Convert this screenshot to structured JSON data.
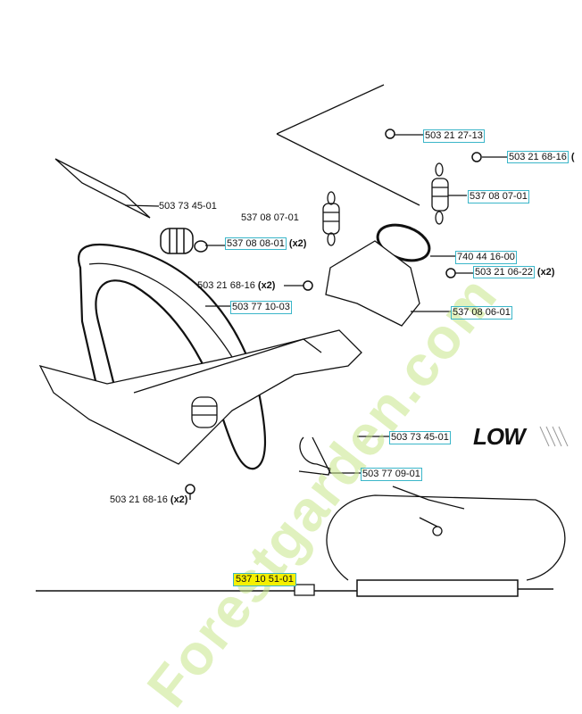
{
  "watermark": "Forestgarden.com",
  "logo_text": "LOW",
  "highlight_color": "#f5f000",
  "box_color": "#3bb6c9",
  "labels": [
    {
      "part": "503 21 27-13",
      "qty": "",
      "boxed": true
    },
    {
      "part": "503 21 68-16",
      "qty": "(",
      "boxed": true
    },
    {
      "part": "537 08 07-01",
      "qty": "",
      "boxed": true
    },
    {
      "part": "740 44 16-00",
      "qty": "",
      "boxed": true
    },
    {
      "part": "503 21 06-22",
      "qty": "(x2)",
      "boxed": true
    },
    {
      "part": "537 08 06-01",
      "qty": "",
      "boxed": true
    },
    {
      "part": "503 73 45-01",
      "qty": "",
      "boxed": false
    },
    {
      "part": "537 08 07-01",
      "qty": "",
      "boxed": false
    },
    {
      "part": "537 08 08-01",
      "qty": "(x2)",
      "boxed": true
    },
    {
      "part": "503 21 68-16",
      "qty": "(x2)",
      "boxed": false
    },
    {
      "part": "503 77 10-03",
      "qty": "",
      "boxed": true
    },
    {
      "part": "503 73 45-01",
      "qty": "",
      "boxed": true
    },
    {
      "part": "503 77 09-01",
      "qty": "",
      "boxed": true
    },
    {
      "part": "503 21 68-16",
      "qty": "(x2)",
      "boxed": false
    },
    {
      "part": "537 10 51-01",
      "qty": "",
      "boxed": true,
      "highlighted": true
    }
  ]
}
